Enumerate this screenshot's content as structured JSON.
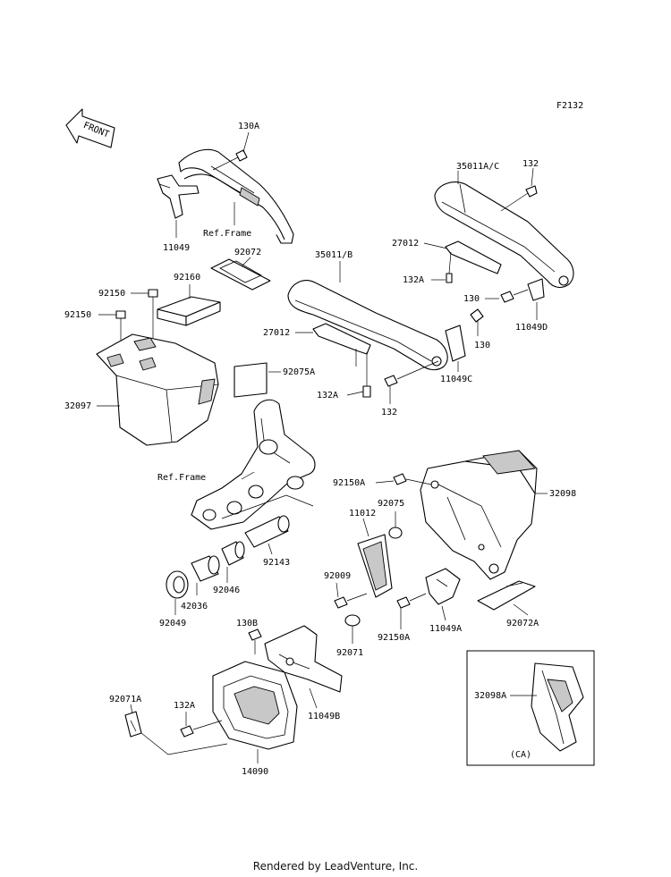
{
  "figure_code": "F2132",
  "front_arrow": "FRONT",
  "footer": "Rendered by LeadVenture, Inc.",
  "labels": {
    "p130A": "130A",
    "p11049": "11049",
    "refFrame1": "Ref.Frame",
    "p35011AC": "35011A/C",
    "p132a": "132",
    "p27012a": "27012",
    "p132Aa": "132A",
    "p130": "130",
    "p130b": "130",
    "p11049D": "11049D",
    "p92072": "92072",
    "p35011B": "35011/B",
    "p92160": "92160",
    "p92150a": "92150",
    "p92150b": "92150",
    "p27012b": "27012",
    "p11049C": "11049C",
    "p92075A": "92075A",
    "p132Ab": "132A",
    "p132b": "132",
    "p32097": "32097",
    "refFrame2": "Ref.Frame",
    "p92150Aa": "92150A",
    "p92075": "92075",
    "p32098": "32098",
    "p11012": "11012",
    "p92143": "92143",
    "p92046": "92046",
    "p42036": "42036",
    "p92049": "92049",
    "p92009": "92009",
    "p92150Ab": "92150A",
    "p11049A": "11049A",
    "p92072A": "92072A",
    "p92071": "92071",
    "p130B": "130B",
    "p92071A": "92071A",
    "p132Ac": "132A",
    "p11049B": "11049B",
    "p14090": "14090",
    "p32098A": "32098A",
    "CA": "(CA)"
  }
}
